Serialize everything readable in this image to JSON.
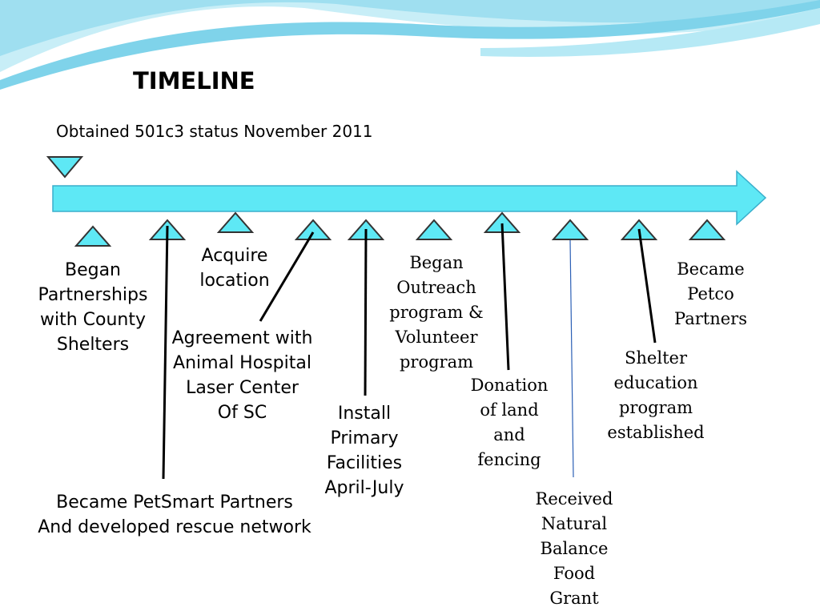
{
  "title": "TIMELINE",
  "subtitle": "Obtained 501c3 status November 2011",
  "colors": {
    "arrow_fill": "#5ee8f5",
    "arrow_stroke": "#3aaecb",
    "marker_fill": "#5ee8f5",
    "wave_light": "#c8eef7",
    "wave_dark": "#7fd3ea"
  },
  "events": [
    {
      "label": "Began\nPartnerships\nwith County\nShelters"
    },
    {
      "label": "Became PetSmart Partners\nAnd developed rescue network"
    },
    {
      "label": "Acquire\nlocation"
    },
    {
      "label": "Agreement with\nAnimal Hospital\nLaser Center\nOf SC"
    },
    {
      "label": "Install\nPrimary\nFacilities\nApril-July"
    },
    {
      "label": "Began\nOutreach\nprogram &\nVolunteer\nprogram"
    },
    {
      "label": "Donation\nof land\nand\nfencing"
    },
    {
      "label": "Received\nNatural\nBalance\nFood\nGrant"
    },
    {
      "label": "Shelter\neducation\nprogram\nestablished"
    },
    {
      "label": "Became\nPetco\nPartners"
    }
  ]
}
